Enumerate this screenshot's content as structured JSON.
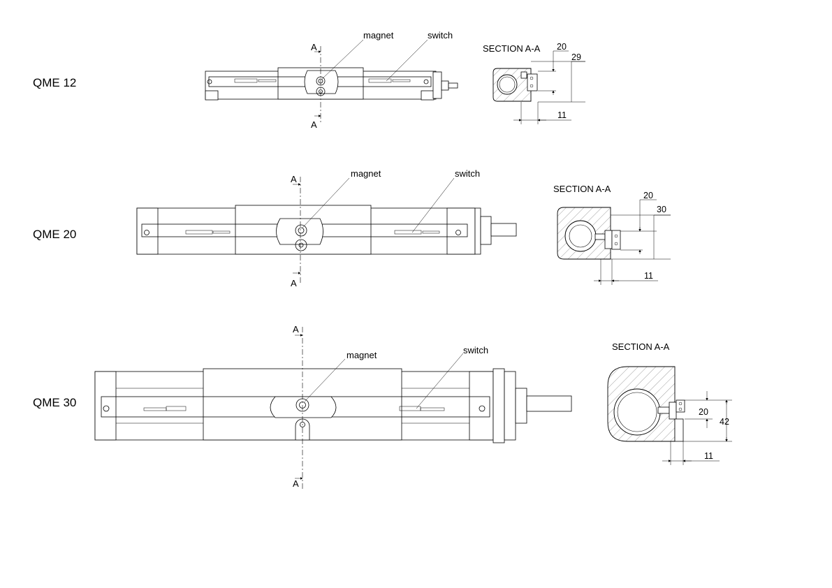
{
  "rows": [
    {
      "model": "QME 12",
      "section_marker_top": "A",
      "section_marker_bottom": "A",
      "callout_magnet": "magnet",
      "callout_switch": "switch",
      "section_title": "SECTION A-A",
      "dims": [
        "20",
        "29",
        "11"
      ]
    },
    {
      "model": "QME 20",
      "section_marker_top": "A",
      "section_marker_bottom": "A",
      "callout_magnet": "magnet",
      "callout_switch": "switch",
      "section_title": "SECTION A-A",
      "dims": [
        "20",
        "30",
        "11"
      ]
    },
    {
      "model": "QME 30",
      "section_marker_top": "A",
      "section_marker_bottom": "A",
      "callout_magnet": "magnet",
      "callout_switch": "switch",
      "section_title": "SECTION A-A",
      "dims": [
        "20",
        "42",
        "11"
      ]
    }
  ]
}
